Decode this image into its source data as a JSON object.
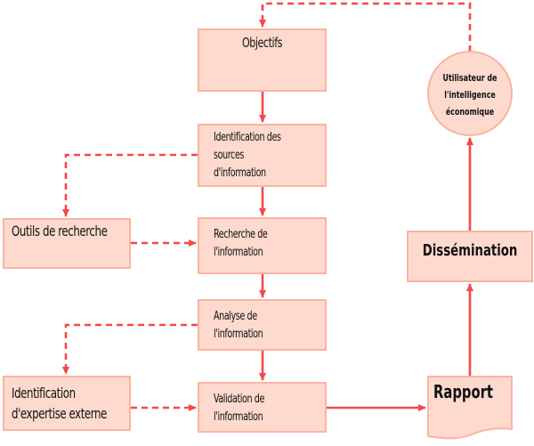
{
  "diagram": {
    "colors": {
      "box_fill": "#fddacd",
      "box_border": "#f9b4a2",
      "arrow": "#f2494a",
      "text": "#111111"
    },
    "nodes": {
      "objectifs": {
        "lines": [
          "Objectifs"
        ]
      },
      "identification_sources": {
        "lines": [
          "Identification des",
          "sources",
          "d'information"
        ]
      },
      "recherche": {
        "lines": [
          "Recherche de",
          "l'information"
        ]
      },
      "analyse": {
        "lines": [
          "Analyse de",
          "l'information"
        ]
      },
      "validation": {
        "lines": [
          "Validation de",
          "l'information"
        ]
      },
      "outils": {
        "lines": [
          "Outils de recherche"
        ]
      },
      "expertise": {
        "lines": [
          "Identification",
          "d'expertise externe"
        ]
      },
      "dissemination": {
        "lines": [
          "Dissémination"
        ]
      },
      "rapport": {
        "lines": [
          "Rapport"
        ]
      },
      "utilisateur": {
        "lines": [
          "Utilisateur de",
          "l'intelligence",
          "économique"
        ]
      }
    },
    "edges": [
      {
        "from": "objectifs",
        "to": "identification_sources",
        "style": "solid"
      },
      {
        "from": "identification_sources",
        "to": "recherche",
        "style": "solid"
      },
      {
        "from": "recherche",
        "to": "analyse",
        "style": "solid"
      },
      {
        "from": "analyse",
        "to": "validation",
        "style": "solid"
      },
      {
        "from": "validation",
        "to": "rapport",
        "style": "solid"
      },
      {
        "from": "rapport",
        "to": "dissemination",
        "style": "solid"
      },
      {
        "from": "dissemination",
        "to": "utilisateur",
        "style": "solid"
      },
      {
        "from": "utilisateur",
        "to": "objectifs",
        "style": "dashed"
      },
      {
        "from": "identification_sources",
        "to": "outils",
        "style": "dashed"
      },
      {
        "from": "outils",
        "to": "recherche",
        "style": "dashed"
      },
      {
        "from": "analyse",
        "to": "expertise",
        "style": "dashed"
      },
      {
        "from": "expertise",
        "to": "validation",
        "style": "dashed"
      }
    ]
  }
}
